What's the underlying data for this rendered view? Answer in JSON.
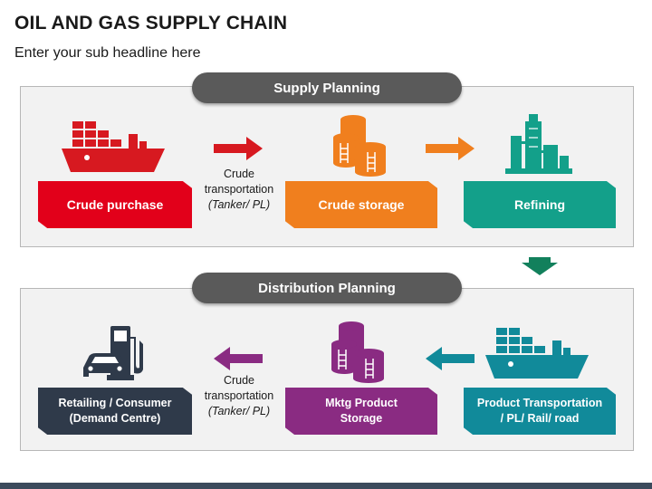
{
  "header": {
    "title": "OIL AND GAS SUPPLY CHAIN",
    "subtitle": "Enter your sub headline here"
  },
  "sections": {
    "supply": {
      "label": "Supply Planning"
    },
    "distribution": {
      "label": "Distribution Planning"
    }
  },
  "steps": {
    "crude_purchase": {
      "label": "Crude purchase",
      "color": "#e2001a"
    },
    "crude_storage": {
      "label": "Crude storage",
      "color": "#f07f1e"
    },
    "refining": {
      "label": "Refining",
      "color": "#13a08a"
    },
    "product_transportation": {
      "line1": "Product Transportation",
      "line2": "/ PL/ Rail/ road",
      "color": "#118a9a"
    },
    "mktg_storage": {
      "line1": "Mktg Product",
      "line2": "Storage",
      "color": "#8a2b82"
    },
    "retailing": {
      "line1": "Retailing / Consumer",
      "line2": "(Demand Centre)",
      "color": "#2f3a4a"
    }
  },
  "captions": {
    "top": {
      "line1": "Crude",
      "line2": "transportation",
      "line3": "(Tanker/ PL)"
    },
    "bottom": {
      "line1": "Crude",
      "line2": "transportation",
      "line3": "(Tanker/ PL)"
    }
  },
  "icons": {
    "ship_top": "cargo-ship-icon",
    "storage_top": "storage-tanks-icon",
    "refinery": "refinery-icon",
    "ship_bottom": "cargo-ship-icon",
    "storage_bottom": "storage-tanks-icon",
    "fuel_station": "fuel-pump-car-icon"
  }
}
